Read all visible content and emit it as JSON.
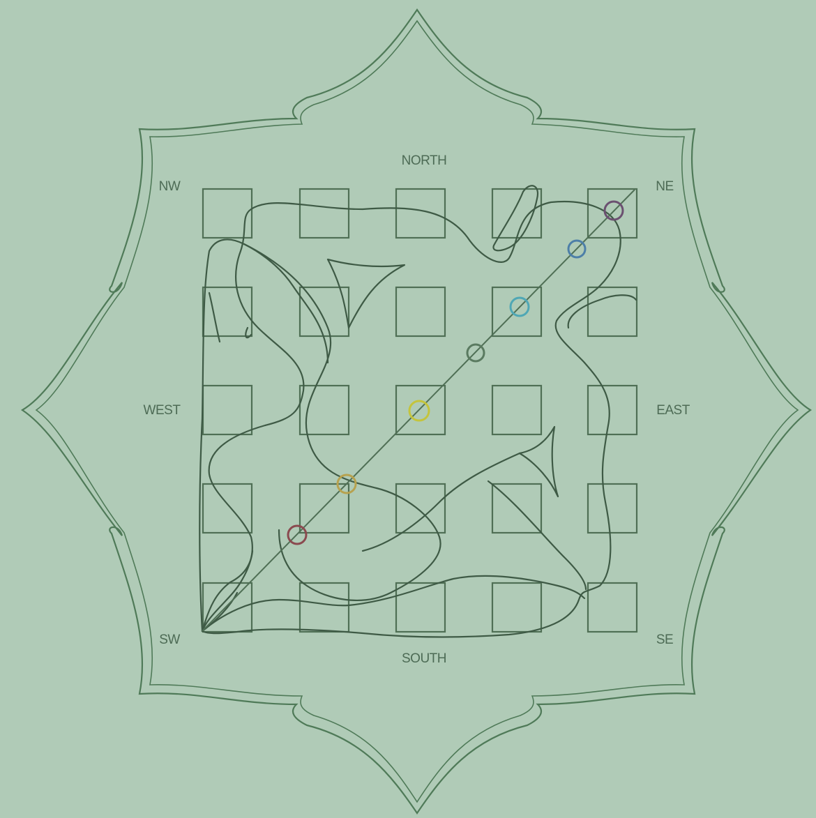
{
  "directions": {
    "north": "NORTH",
    "south": "SOUTH",
    "east": "EAST",
    "west": "WEST",
    "nw": "NW",
    "ne": "NE",
    "sw": "SW",
    "se": "SE"
  },
  "grid": {
    "rows": 5,
    "cols": 5
  },
  "chakras": [
    {
      "name": "root-chakra",
      "color": "#8a4a4f"
    },
    {
      "name": "sacral-chakra",
      "color": "#b7a24f"
    },
    {
      "name": "solar-plexus-chakra",
      "color": "#c4c43c"
    },
    {
      "name": "heart-chakra",
      "color": "#5a7a60"
    },
    {
      "name": "throat-chakra",
      "color": "#4fa7b5"
    },
    {
      "name": "third-eye-chakra",
      "color": "#4d7fa8"
    },
    {
      "name": "crown-chakra",
      "color": "#6b5070"
    }
  ],
  "colors": {
    "background": "#b0cbb7",
    "line": "#4f7a58"
  }
}
